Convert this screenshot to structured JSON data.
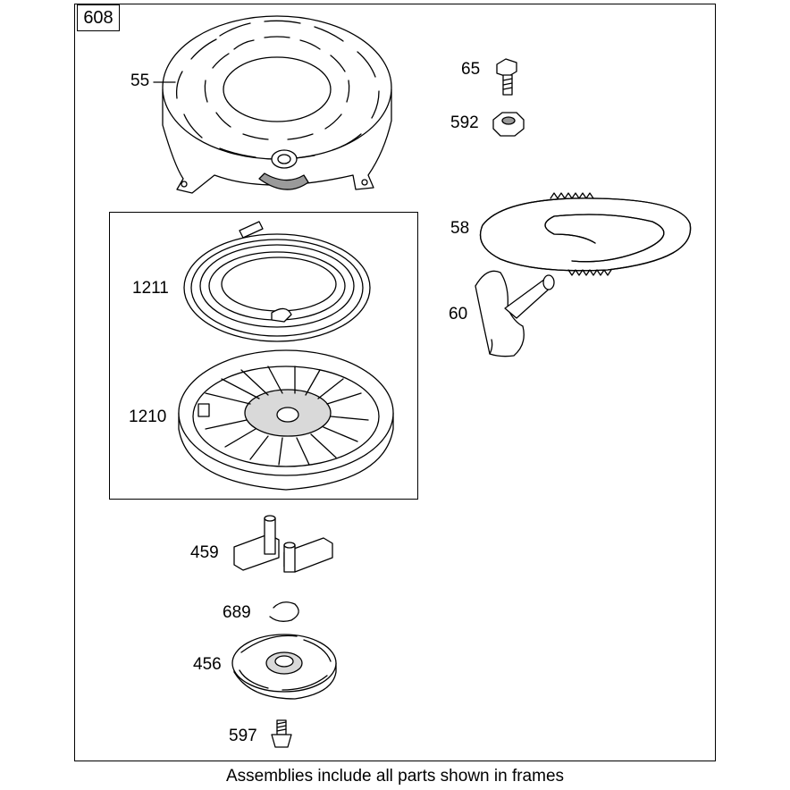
{
  "diagram": {
    "assembly_number": "608",
    "caption": "Assemblies include all parts shown in frames",
    "parts": [
      {
        "ref": "55"
      },
      {
        "ref": "65"
      },
      {
        "ref": "592"
      },
      {
        "ref": "58"
      },
      {
        "ref": "60"
      },
      {
        "ref": "1211"
      },
      {
        "ref": "1210"
      },
      {
        "ref": "459"
      },
      {
        "ref": "689"
      },
      {
        "ref": "456"
      },
      {
        "ref": "597"
      }
    ]
  }
}
